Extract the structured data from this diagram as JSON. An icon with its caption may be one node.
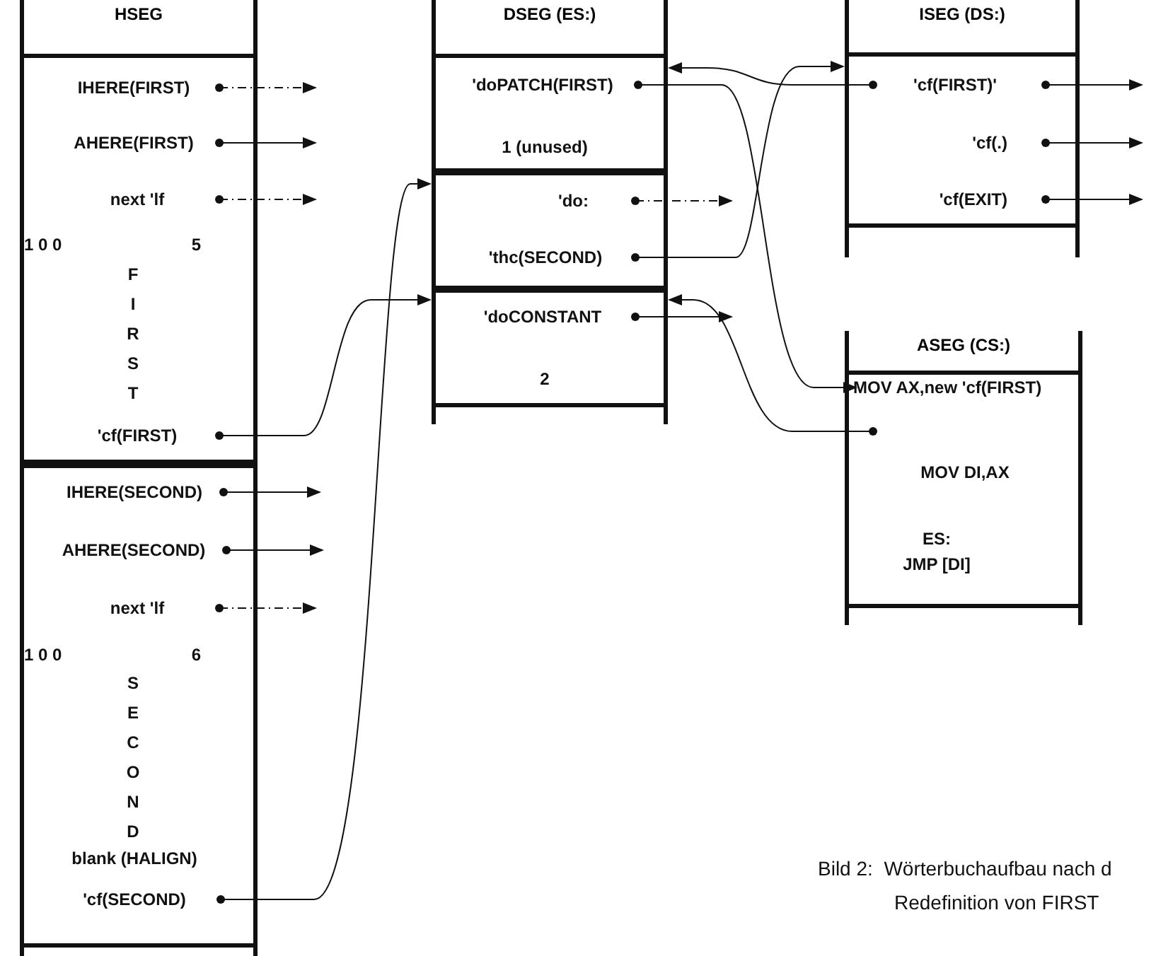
{
  "diagram": {
    "caption": "Bild 2: Wörterbuchaufbau nach d Redefinition von FIRST",
    "nodes": [
      {
        "text": [
          "HSEG"
        ]
      },
      {
        "text": [],
        "shape": "box",
        "in": 0
      },
      {
        "text": [
          "IHERE(FIRST)"
        ],
        "in": 1
      },
      {
        "text": [
          "AHERE(FIRST)"
        ],
        "in": 1
      },
      {
        "text": [
          "next 'lf"
        ],
        "in": 1
      },
      {
        "text": [
          "1 0 0",
          "5"
        ],
        "in": 1
      },
      {
        "text": [
          "F I R S T"
        ],
        "in": 1
      },
      {
        "text": [
          "'cf(FIRST)"
        ],
        "in": 1
      },
      {
        "text": [],
        "shape": "box",
        "in": 0
      },
      {
        "text": [
          "IHERE(SECOND)"
        ],
        "in": 8
      },
      {
        "text": [
          "AHERE(SECOND)"
        ],
        "in": 8
      },
      {
        "text": [
          "next 'lf"
        ],
        "in": 8
      },
      {
        "text": [
          "1 0 0",
          "6"
        ],
        "in": 8
      },
      {
        "text": [
          "S E C O N D"
        ],
        "in": 8
      },
      {
        "text": [
          "blank (HALIGN)"
        ],
        "in": 8
      },
      {
        "text": [
          "'cf(SECOND)"
        ],
        "in": 8
      },
      {
        "text": [
          "DSEG (ES:)"
        ]
      },
      {
        "text": [],
        "shape": "box",
        "in": 16
      },
      {
        "text": [
          "'doPATCH(FIRST)"
        ],
        "in": 17
      },
      {
        "text": [
          "1 (unused)"
        ],
        "in": 17
      },
      {
        "text": [],
        "shape": "box",
        "in": 16
      },
      {
        "text": [
          "'do:"
        ],
        "in": 20
      },
      {
        "text": [
          "'thc(SECOND)"
        ],
        "in": 20
      },
      {
        "text": [],
        "shape": "box",
        "in": 16
      },
      {
        "text": [
          "'doCONSTANT"
        ],
        "in": 23
      },
      {
        "text": [
          "2"
        ],
        "in": 23
      },
      {
        "text": [
          "ISEG (DS:)"
        ]
      },
      {
        "text": [],
        "shape": "box",
        "in": 26
      },
      {
        "text": [
          "'cf(FIRST)'"
        ],
        "in": 27
      },
      {
        "text": [
          "'cf(.)"
        ],
        "in": 27
      },
      {
        "text": [
          "'cf(EXIT)"
        ],
        "in": 27
      },
      {
        "text": [
          "ASEG (CS:)"
        ]
      },
      {
        "text": [],
        "shape": "box",
        "in": 31
      },
      {
        "text": [
          "MOV AX,new 'cf(FIRST)"
        ],
        "in": 32
      },
      {
        "text": [],
        "shape": "circle",
        "in": 32
      },
      {
        "text": [
          "MOV DI,AX"
        ],
        "in": 32
      },
      {
        "text": [
          "ES: JMP [DI]"
        ],
        "in": 32
      }
    ],
    "edges": [
      {
        "from": 2,
        "to": null,
        "arrow": "to",
        "style": "dashed"
      },
      {
        "from": 3,
        "to": null,
        "arrow": "to"
      },
      {
        "from": 4,
        "to": null,
        "arrow": "to",
        "style": "dashed"
      },
      {
        "from": 7,
        "to": 23,
        "arrow": "to"
      },
      {
        "from": 9,
        "to": null,
        "arrow": "to"
      },
      {
        "from": 10,
        "to": null,
        "arrow": "to"
      },
      {
        "from": 11,
        "to": null,
        "arrow": "to",
        "style": "dashed"
      },
      {
        "from": 15,
        "to": 20,
        "arrow": "to"
      },
      {
        "from": 18,
        "to": 33,
        "arrow": "to"
      },
      {
        "from": 21,
        "to": null,
        "arrow": "to",
        "style": "dashed"
      },
      {
        "from": 22,
        "to": 27,
        "arrow": "to"
      },
      {
        "from": 28,
        "to": 17,
        "arrow": "to"
      },
      {
        "from": 24,
        "to": null,
        "arrow": "to"
      },
      {
        "from": 28,
        "to": null,
        "arrow": "to"
      },
      {
        "from": 29,
        "to": null,
        "arrow": "to"
      },
      {
        "from": 30,
        "to": null,
        "arrow": "to"
      },
      {
        "from": 34,
        "to": 23,
        "arrow": "to"
      }
    ]
  }
}
